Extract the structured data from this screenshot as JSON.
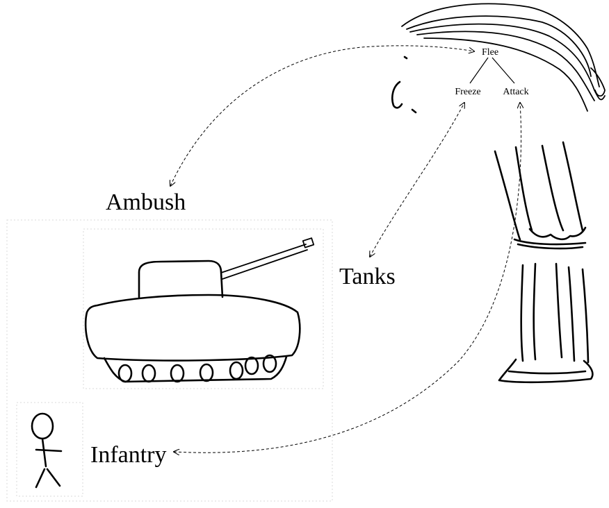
{
  "labels": {
    "ambush": "Ambush",
    "tanks": "Tanks",
    "infantry": "Infantry"
  },
  "response_tree": {
    "root": "Flee",
    "left": "Freeze",
    "right": "Attack"
  },
  "figures": {
    "tank": "tank-sketch",
    "soldier": "stick-figure-sketch",
    "giant": "giant-creature-sketch"
  },
  "colors": {
    "ink": "#000000",
    "frame": "#d8d8d8",
    "background": "#ffffff"
  }
}
